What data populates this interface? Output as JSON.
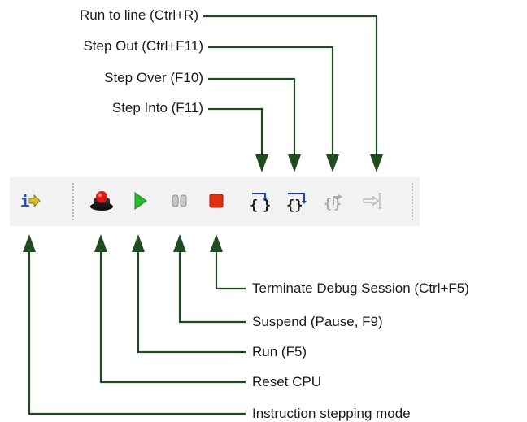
{
  "top_labels": {
    "run_to_line": "Run to line (Ctrl+R)",
    "step_out": "Step Out (Ctrl+F11)",
    "step_over": "Step Over (F10)",
    "step_into": "Step Into (F11)"
  },
  "bottom_labels": {
    "terminate": "Terminate Debug Session (Ctrl+F5)",
    "suspend": "Suspend (Pause, F9)",
    "run": "Run (F5)",
    "reset_cpu": "Reset CPU",
    "instruction_stepping": "Instruction stepping mode"
  },
  "toolbar_buttons": [
    {
      "id": "instruction-stepping",
      "icon": "instruction-stepping-icon"
    },
    {
      "id": "reset-cpu",
      "icon": "reset-cpu-icon"
    },
    {
      "id": "run",
      "icon": "run-icon"
    },
    {
      "id": "suspend",
      "icon": "suspend-icon"
    },
    {
      "id": "terminate",
      "icon": "terminate-icon"
    },
    {
      "id": "step-into",
      "icon": "step-into-icon"
    },
    {
      "id": "step-over",
      "icon": "step-over-icon"
    },
    {
      "id": "step-out",
      "icon": "step-out-icon",
      "state": "disabled"
    },
    {
      "id": "run-to-line",
      "icon": "run-to-line-icon",
      "state": "disabled"
    }
  ],
  "colors": {
    "arrow": "#1f4d1f",
    "toolbar_bg": "#f2f2f2",
    "run": "#2db82d",
    "terminate": "#e03010",
    "step_icons": "#1f3fa8",
    "disabled": "#aaaaaa",
    "instruction_i": "#2050c8",
    "instruction_arrow": "#c9b020"
  }
}
